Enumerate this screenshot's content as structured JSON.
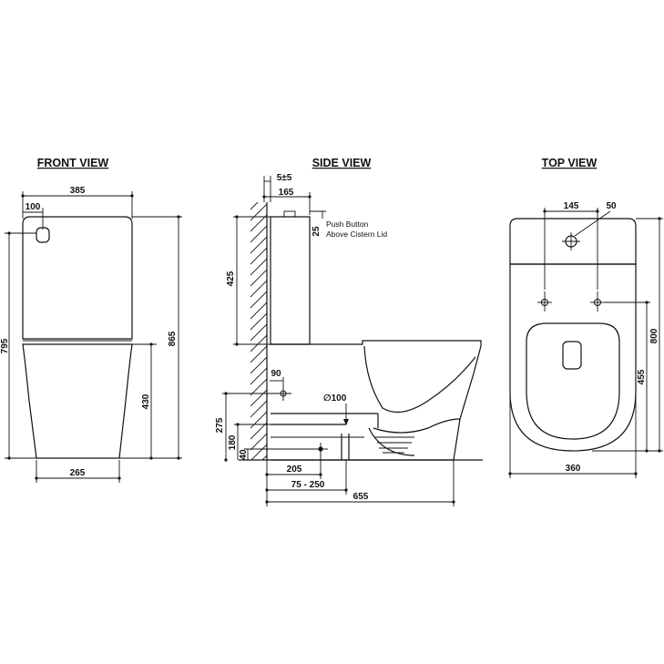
{
  "views": {
    "front": {
      "title": "FRONT VIEW",
      "dims": {
        "width_total": "385",
        "button_offset": "100",
        "height_cistern": "795",
        "height_total": "865",
        "pan_height": "430",
        "base_width": "265"
      }
    },
    "side": {
      "title": "SIDE VIEW",
      "dims": {
        "wall_gap": "5±5",
        "cistern_depth": "165",
        "button_height": "25",
        "cistern_height": "425",
        "inlet_offset": "90",
        "outlet_diameter": "∅100",
        "inlet_height": "275",
        "outlet_height": "180",
        "floor_offset": "40",
        "outlet_to_wall": "205",
        "setout_range": "75 - 250",
        "total_depth": "655"
      },
      "note_line1": "Push Button",
      "note_line2": "Above Cistern Lid"
    },
    "top": {
      "title": "TOP VIEW",
      "dims": {
        "hole_spacing": "145",
        "hole_diameter": "50",
        "seat_length": "455",
        "total_length": "800",
        "width": "360"
      }
    }
  }
}
